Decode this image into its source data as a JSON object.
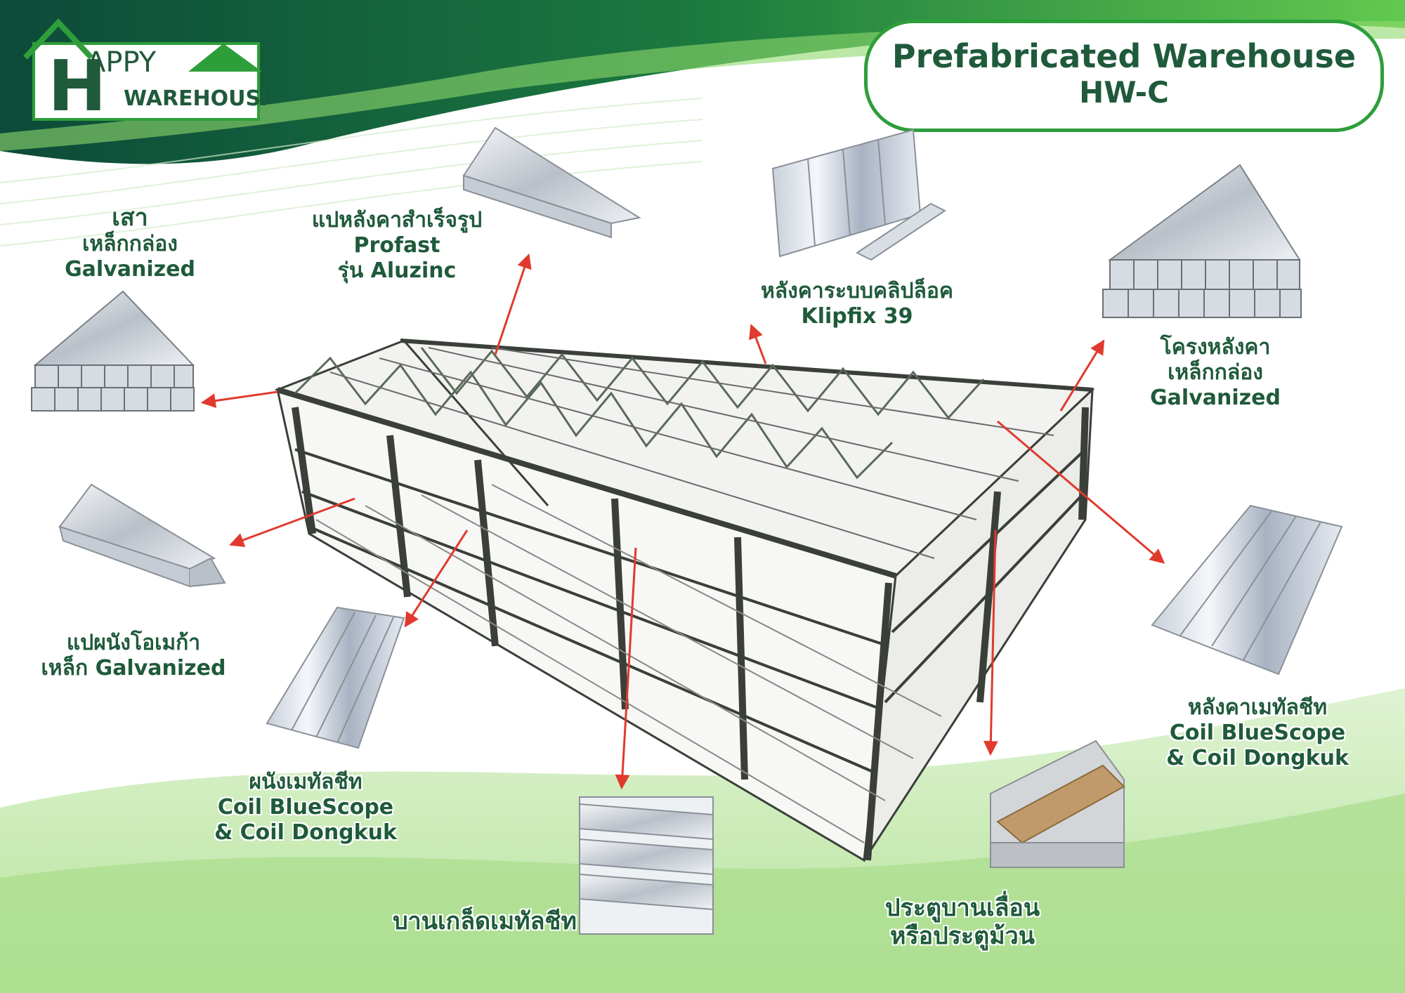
{
  "logo": {
    "line1": "APPY",
    "line2": "WAREHOUSE",
    "letter": "H"
  },
  "title": {
    "line1": "Prefabricated Warehouse",
    "line2": "HW-C"
  },
  "labels": {
    "column": {
      "l1": "เสา",
      "l2": "เหล็กกล่อง",
      "l3": "Galvanized"
    },
    "roof_purlin": {
      "l1": "แปหลังคาสำเร็จรูป",
      "l2": "Profast",
      "l3": "รุ่น Aluzinc"
    },
    "clip_lock": {
      "l1": "หลังคาระบบคลิปล็อค",
      "l2": "Klipfix 39"
    },
    "roof_frame": {
      "l1": "โครงหลังคา",
      "l2": "เหล็กกล่อง",
      "l3": "Galvanized"
    },
    "wall_purlin": {
      "l1": "แปผนังโอเมก้า",
      "l2": "เหล็ก Galvanized"
    },
    "roof_sheet": {
      "l1": "หลังคาเมทัลชีท",
      "l2": "Coil BlueScope",
      "l3": "& Coil Dongkuk"
    },
    "wall_sheet": {
      "l1": "ผนังเมทัลชีท",
      "l2": "Coil BlueScope",
      "l3": "& Coil Dongkuk"
    },
    "louver": {
      "l1": "บานเกล็ดเมทัลชีท"
    },
    "door": {
      "l1": "ประตูบานเลื่อน",
      "l2": "หรือประตูม้วน"
    }
  },
  "colors": {
    "green_dark": "#1f5a3b",
    "green_light": "#2e9e3a",
    "arrow": "#e03a2e",
    "steel": "#3a3f3a"
  }
}
